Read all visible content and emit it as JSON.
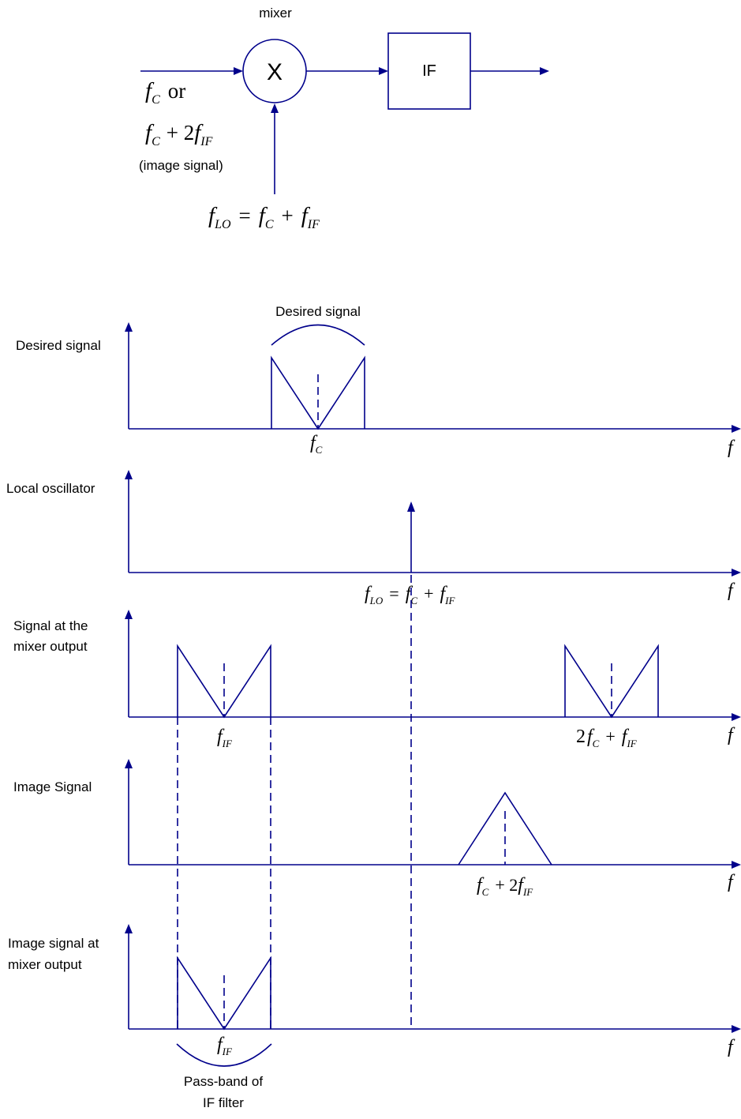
{
  "block_diagram": {
    "mixer_label": "mixer",
    "mixer_symbol": "X",
    "if_block_label": "IF",
    "input_label_line1": {
      "f": "f",
      "sub": "C",
      "tail": "or"
    },
    "input_label_line2": {
      "f": "f",
      "sub": "C",
      "mid": "+ 2",
      "f2": "f",
      "sub2": "IF"
    },
    "image_note": "(image signal)",
    "lo_equation": {
      "f": "f",
      "sub": "LO",
      "eq": "=",
      "f2": "f",
      "sub2": "C",
      "plus": "+",
      "f3": "f",
      "sub3": "IF"
    }
  },
  "spectra": [
    {
      "label_lines": [
        "Desired signal"
      ],
      "axis_label": "f",
      "annotation": "Desired signal"
    },
    {
      "label_lines": [
        "Local oscillator"
      ],
      "axis_label": "f"
    },
    {
      "label_lines": [
        "Signal at the",
        "mixer output"
      ],
      "axis_label": "f"
    },
    {
      "label_lines": [
        "Image Signal"
      ],
      "axis_label": "f"
    },
    {
      "label_lines": [
        "Image signal at",
        "mixer output"
      ],
      "axis_label": "f",
      "annotation_lines": [
        "Pass-band of",
        "IF filter"
      ]
    }
  ],
  "freq_labels": {
    "fc": {
      "f": "f",
      "sub": "C"
    },
    "flo": {
      "f": "f",
      "sub": "LO",
      "eq": "=",
      "f2": "f",
      "sub2": "C",
      "plus": "+",
      "f3": "f",
      "sub3": "IF"
    },
    "fif_1": {
      "f": "f",
      "sub": "IF"
    },
    "two_fc_fif": {
      "two": "2",
      "f": "f",
      "sub": "C",
      "plus": "+",
      "f2": "f",
      "sub2": "IF"
    },
    "fc_2fif": {
      "f": "f",
      "sub": "C",
      "plus": "+ 2",
      "f2": "f",
      "sub2": "IF"
    },
    "fif_2": {
      "f": "f",
      "sub": "IF"
    }
  },
  "colors": {
    "line": "#00008b",
    "text": "#000000",
    "background": "#ffffff"
  }
}
